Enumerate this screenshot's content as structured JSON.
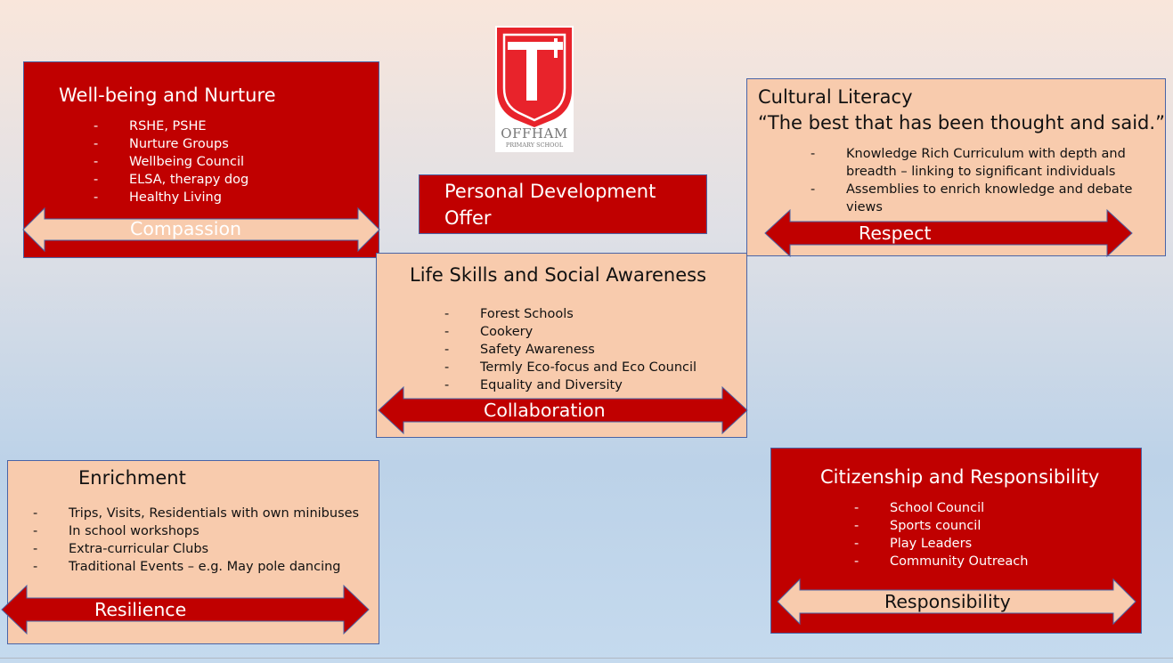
{
  "logo": {
    "name": "OFFHAM",
    "subtitle": "PRIMARY SCHOOL",
    "icon": "school-shield-T",
    "color": "#e8232b"
  },
  "center": {
    "title_line1": "Personal Development",
    "title_line2": "Offer"
  },
  "wellbeing": {
    "title": "Well-being and Nurture",
    "items": [
      "RSHE, PSHE",
      "Nurture Groups",
      "Wellbeing Council",
      "ELSA, therapy dog",
      "Healthy Living"
    ],
    "value": "Compassion"
  },
  "cultural": {
    "title": "Cultural Literacy",
    "quote": "“The best that has been thought and said.”",
    "items": [
      {
        "line1": "Knowledge Rich Curriculum  with depth and",
        "line2": "breadth – linking to significant individuals"
      },
      {
        "line1": "Assemblies to enrich knowledge and debate",
        "line2": "views"
      }
    ],
    "value": "Respect"
  },
  "lifeskills": {
    "title": "Life Skills and Social Awareness",
    "items": [
      "Forest Schools",
      "Cookery",
      "Safety Awareness",
      "Termly Eco-focus and Eco Council",
      "Equality and Diversity"
    ],
    "value": "Collaboration"
  },
  "enrichment": {
    "title": "Enrichment",
    "items": [
      "Trips, Visits, Residentials with own minibuses",
      "In school workshops",
      "Extra-curricular Clubs",
      "Traditional Events – e.g. May pole dancing"
    ],
    "value": "Resilience"
  },
  "citizenship": {
    "title": "Citizenship and Responsibility",
    "items": [
      "School Council",
      "Sports council",
      "Play Leaders",
      "Community Outreach"
    ],
    "value": "Responsibility"
  },
  "colors": {
    "red": "#c00000",
    "peach": "#f8cbad",
    "border": "#4a64a6"
  }
}
